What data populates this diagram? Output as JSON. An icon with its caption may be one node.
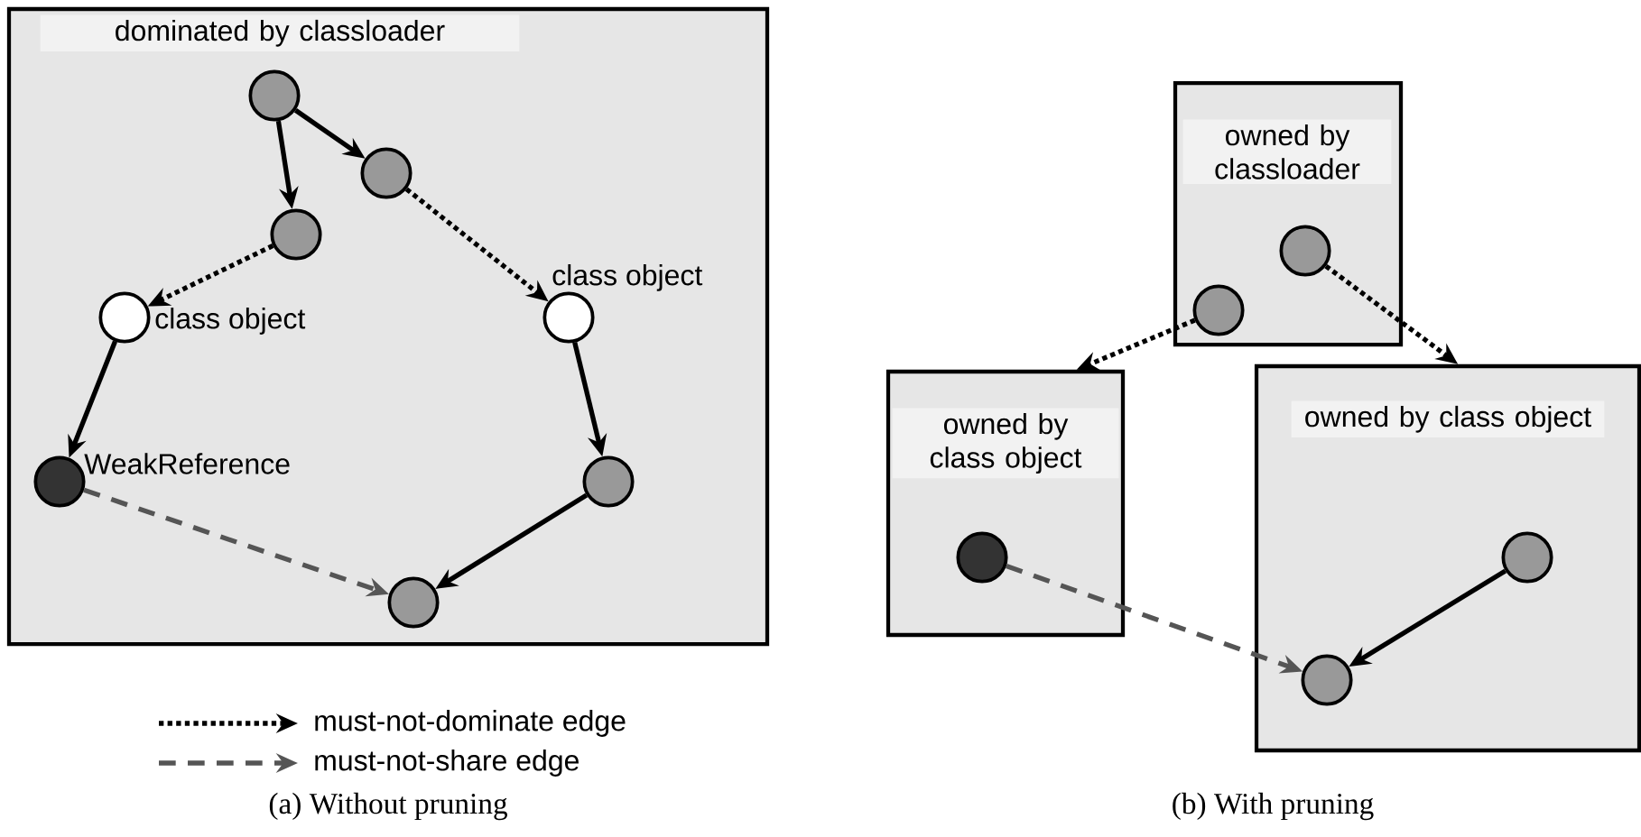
{
  "diagram": {
    "nodes": [
      {
        "text": [
          "dominated by classloader"
        ]
      },
      {
        "text": [],
        "shape": "circle",
        "in": 0
      },
      {
        "text": [],
        "shape": "circle",
        "in": 0
      },
      {
        "text": [],
        "shape": "circle",
        "in": 0
      },
      {
        "text": [],
        "shape": "circle",
        "in": 0,
        "beside": [
          "class object"
        ]
      },
      {
        "text": [],
        "shape": "circle",
        "in": 0,
        "beside": [
          "class object"
        ]
      },
      {
        "text": [],
        "shape": "circle",
        "in": 0,
        "beside": [
          "WeakReference"
        ]
      },
      {
        "text": [],
        "shape": "circle",
        "in": 0
      },
      {
        "text": [],
        "shape": "circle",
        "in": 0
      },
      {
        "text": [
          "owned by classloader"
        ]
      },
      {
        "text": [],
        "shape": "circle",
        "in": 9
      },
      {
        "text": [],
        "shape": "circle",
        "in": 9
      },
      {
        "text": [
          "owned by class object"
        ]
      },
      {
        "text": [],
        "shape": "circle",
        "in": 12
      },
      {
        "text": [
          "owned by class object"
        ]
      },
      {
        "text": [],
        "shape": "circle",
        "in": 14
      },
      {
        "text": [],
        "shape": "circle",
        "in": 14
      }
    ],
    "edges": [
      {
        "from": 1,
        "to": 3,
        "arrow": "to"
      },
      {
        "from": 1,
        "to": 2,
        "arrow": "to"
      },
      {
        "from": 3,
        "to": 4,
        "arrow": "to",
        "style": "dashed"
      },
      {
        "from": 2,
        "to": 5,
        "arrow": "to",
        "style": "dashed"
      },
      {
        "from": 4,
        "to": 6,
        "arrow": "to"
      },
      {
        "from": 5,
        "to": 7,
        "arrow": "to"
      },
      {
        "from": 7,
        "to": 8,
        "arrow": "to"
      },
      {
        "from": 6,
        "to": 8,
        "arrow": "to",
        "style": "dashed",
        "color": "#555555"
      },
      {
        "from": 11,
        "to": 12,
        "arrow": "to",
        "style": "dashed"
      },
      {
        "from": 10,
        "to": 14,
        "arrow": "to",
        "style": "dashed"
      },
      {
        "from": 13,
        "to": 16,
        "arrow": "to",
        "style": "dashed",
        "color": "#555555"
      },
      {
        "from": 15,
        "to": 16,
        "arrow": "to"
      }
    ],
    "labels": [
      "(a) Without pruning",
      "(b) With pruning"
    ],
    "legend": [
      {
        "text": "must-not-dominate edge"
      },
      {
        "text": "must-not-share edge"
      }
    ]
  }
}
